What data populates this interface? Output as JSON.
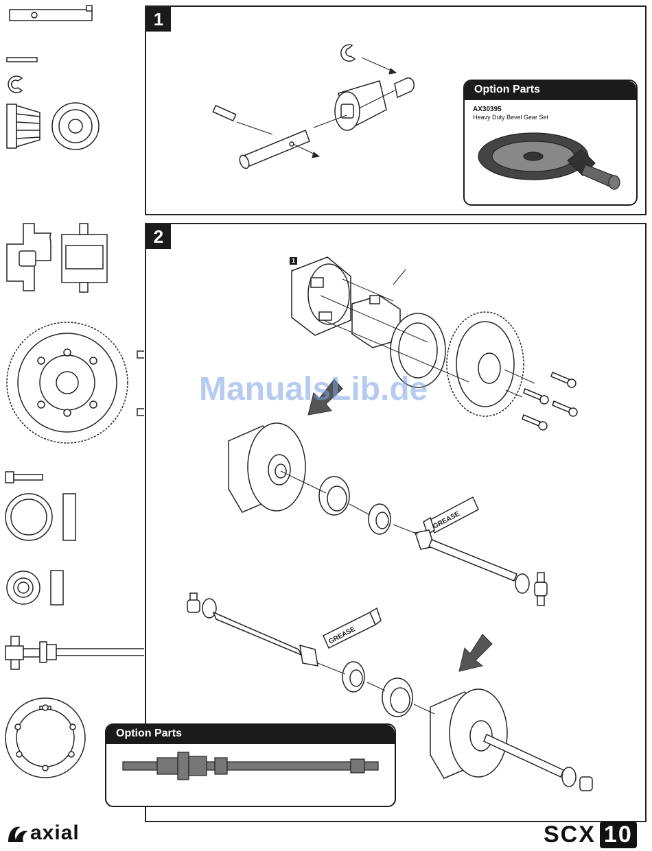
{
  "steps": [
    {
      "number": "1"
    },
    {
      "number": "2"
    }
  ],
  "option_parts_top": {
    "title": "Option Parts",
    "part_number": "AX30395",
    "description": "Heavy Duty Bevel Gear Set"
  },
  "option_parts_bottom": {
    "title": "Option Parts"
  },
  "reference_tag": "1",
  "grease_labels": [
    "GREASE",
    "GREASE"
  ],
  "watermark": "ManualsLib.de",
  "footer": {
    "brand": "axial",
    "model_prefix": "SCX",
    "model_number": "10"
  }
}
